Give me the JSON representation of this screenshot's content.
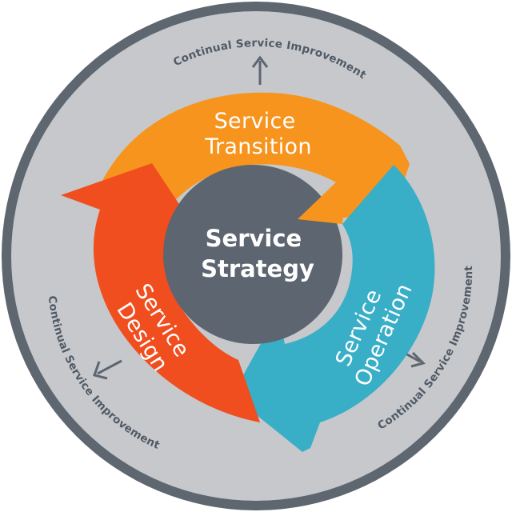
{
  "colors": {
    "outer_border": "#5e6670",
    "outer_ring": "#c6c8cb",
    "transition": "#f7941d",
    "operation": "#38aec7",
    "design": "#f04e1f",
    "strategy": "#5d6570",
    "ring_text": "#505a66",
    "arrow": "#5d6570"
  },
  "center": {
    "line1": "Service",
    "line2": "Strategy"
  },
  "stages": {
    "transition": {
      "line1": "Service",
      "line2": "Transition"
    },
    "operation": {
      "line1": "Service",
      "line2": "Operation"
    },
    "design": {
      "line1": "Service",
      "line2": "Design"
    }
  },
  "improvement": {
    "top": "Continual Service Improvement",
    "right": "Continual Service Improvement",
    "left": "Continual Service Improvement"
  }
}
